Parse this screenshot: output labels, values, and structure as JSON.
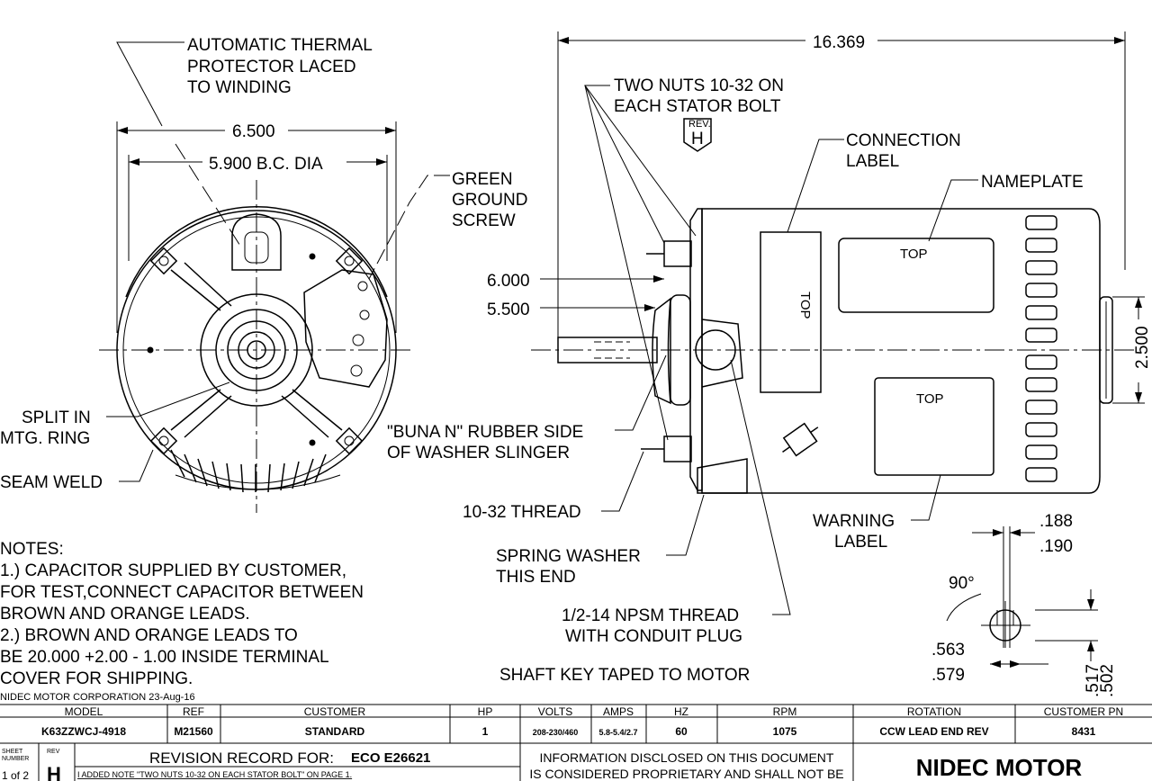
{
  "labels": {
    "thermal_protector": [
      "AUTOMATIC THERMAL",
      "PROTECTOR LACED",
      "TO WINDING"
    ],
    "dim_6500": "6.500",
    "dim_5900": "5.900  B.C. DIA",
    "green_ground": [
      "GREEN",
      "GROUND",
      "SCREW"
    ],
    "split_ring": [
      "SPLIT IN",
      "MTG. RING"
    ],
    "seam_weld": "SEAM WELD",
    "rubber_side": [
      "\"BUNA N\" RUBBER SIDE",
      "OF WASHER SLINGER"
    ],
    "dim_16369": "16.369",
    "two_nuts": [
      "TWO NUTS 10-32 ON",
      "EACH STATOR BOLT"
    ],
    "rev_tag_small": "REV.",
    "rev_tag_letter": "H",
    "connection_label": [
      "CONNECTION",
      "LABEL"
    ],
    "nameplate": "NAMEPLATE",
    "dim_6000": "6.000",
    "dim_5500": "5.500",
    "dim_2500": "2.500",
    "top": "TOP",
    "thread_1032": "10-32 THREAD",
    "spring_washer": [
      "SPRING WASHER",
      "THIS END"
    ],
    "npsm_thread": [
      "1/2-14 NPSM THREAD",
      "WITH CONDUIT PLUG"
    ],
    "warning_label": [
      "WARNING",
      "LABEL"
    ],
    "shaft_key": "SHAFT KEY TAPED TO MOTOR",
    "key_dims": {
      "d188": ".188",
      "d190": ".190",
      "angle": "90°",
      "d563": ".563",
      "d579": ".579",
      "d517": ".517",
      "d502": ".502"
    }
  },
  "notes": [
    "NOTES:",
    "1.) CAPACITOR SUPPLIED BY CUSTOMER,",
    "FOR TEST,CONNECT CAPACITOR BETWEEN",
    "BROWN AND ORANGE LEADS.",
    "2.) BROWN AND ORANGE LEADS TO",
    " BE 20.000 +2.00 - 1.00 INSIDE TERMINAL",
    "COVER FOR SHIPPING."
  ],
  "footer_company": "NIDEC MOTOR CORPORATION 23-Aug-16",
  "table": {
    "headers": [
      "MODEL",
      "REF",
      "CUSTOMER",
      "HP",
      "VOLTS",
      "AMPS",
      "HZ",
      "RPM",
      "ROTATION",
      "CUSTOMER PN"
    ],
    "values": [
      "K63ZZWCJ-4918",
      "M21560",
      "STANDARD",
      "1",
      "208-230/460",
      "5.8-5.4/2.7",
      "60",
      "1075",
      "CCW LEAD END REV",
      "8431"
    ]
  },
  "revision": {
    "sheet_label": [
      "SHEET",
      "NUMBER"
    ],
    "sheet_value": "1 of 2",
    "rev_label": "REV",
    "rev_value": "H",
    "record_title": "REVISION RECORD FOR:",
    "record_eco": "ECO E26621",
    "record_note": "I ADDED NOTE \"TWO NUTS 10-32 ON EACH STATOR BOLT\" ON PAGE 1.",
    "disclosure": [
      "INFORMATION DISCLOSED ON THIS DOCUMENT",
      "IS CONSIDERED PROPRIETARY AND SHALL NOT BE"
    ],
    "brand": "NIDEC MOTOR"
  }
}
